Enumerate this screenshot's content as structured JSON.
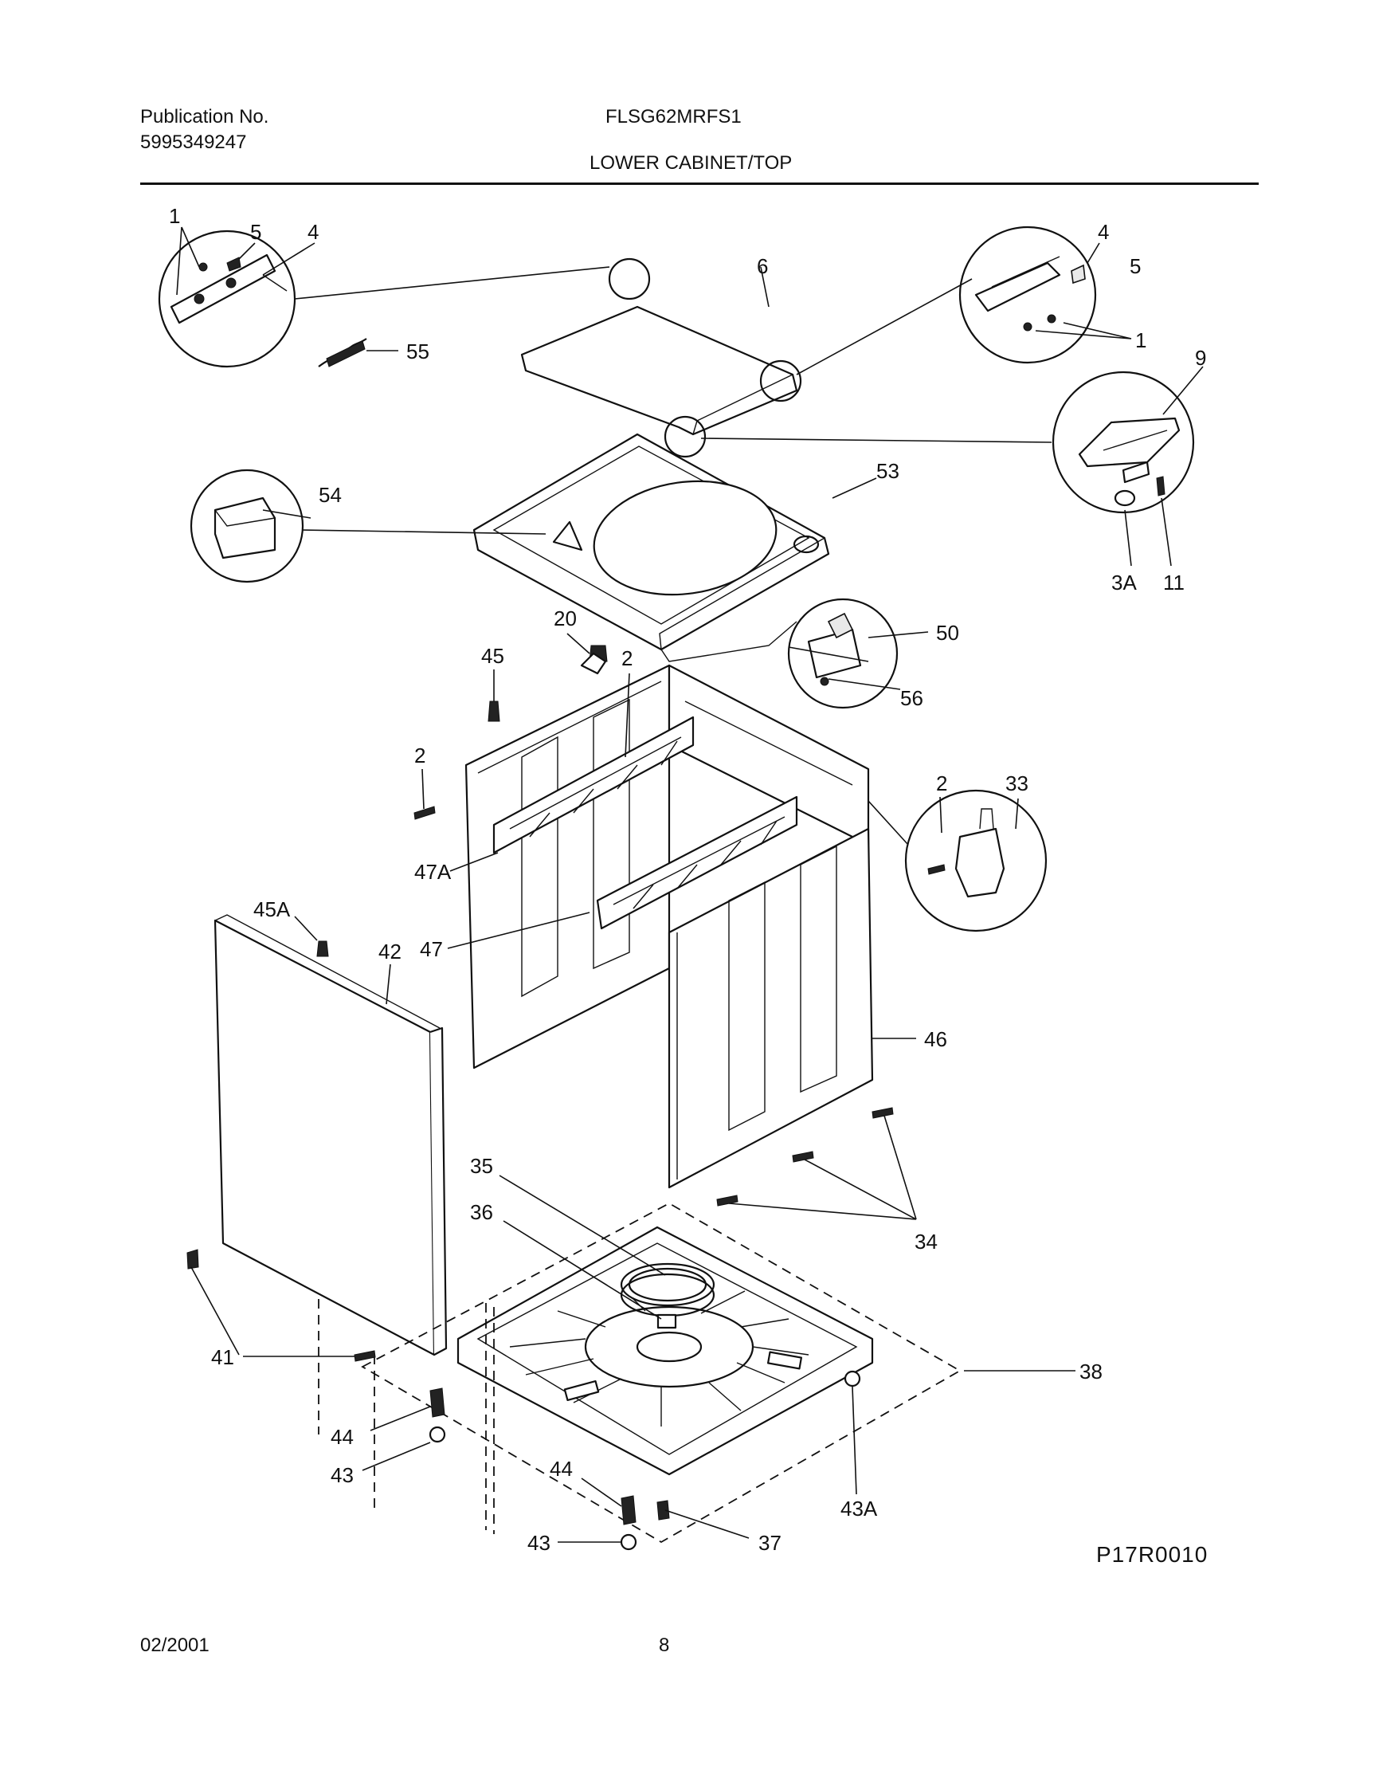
{
  "header": {
    "publication_label": "Publication No.",
    "publication_number": "5995349247",
    "model_number": "FLSG62MRFS1",
    "section_title": "LOWER CABINET/TOP"
  },
  "footer": {
    "date": "02/2001",
    "page_number": "8"
  },
  "figure_code": "P17R0010",
  "callouts": {
    "c1a": "1",
    "c5a": "5",
    "c4a": "4",
    "c55": "55",
    "c6": "6",
    "c4b": "4",
    "c5b": "5",
    "c1b": "1",
    "c9": "9",
    "c3A": "3A",
    "c11": "11",
    "c53": "53",
    "c54": "54",
    "c20": "20",
    "c2a": "2",
    "c45": "45",
    "c50": "50",
    "c56": "56",
    "c2b": "2",
    "c2c": "2",
    "c33": "33",
    "c47A": "47A",
    "c47": "47",
    "c45A": "45A",
    "c42": "42",
    "c46": "46",
    "c35": "35",
    "c36": "36",
    "c34": "34",
    "c41": "41",
    "c38": "38",
    "c44a": "44",
    "c43a": "43",
    "c44b": "44",
    "c43b": "43",
    "c37": "37",
    "c43A": "43A"
  }
}
